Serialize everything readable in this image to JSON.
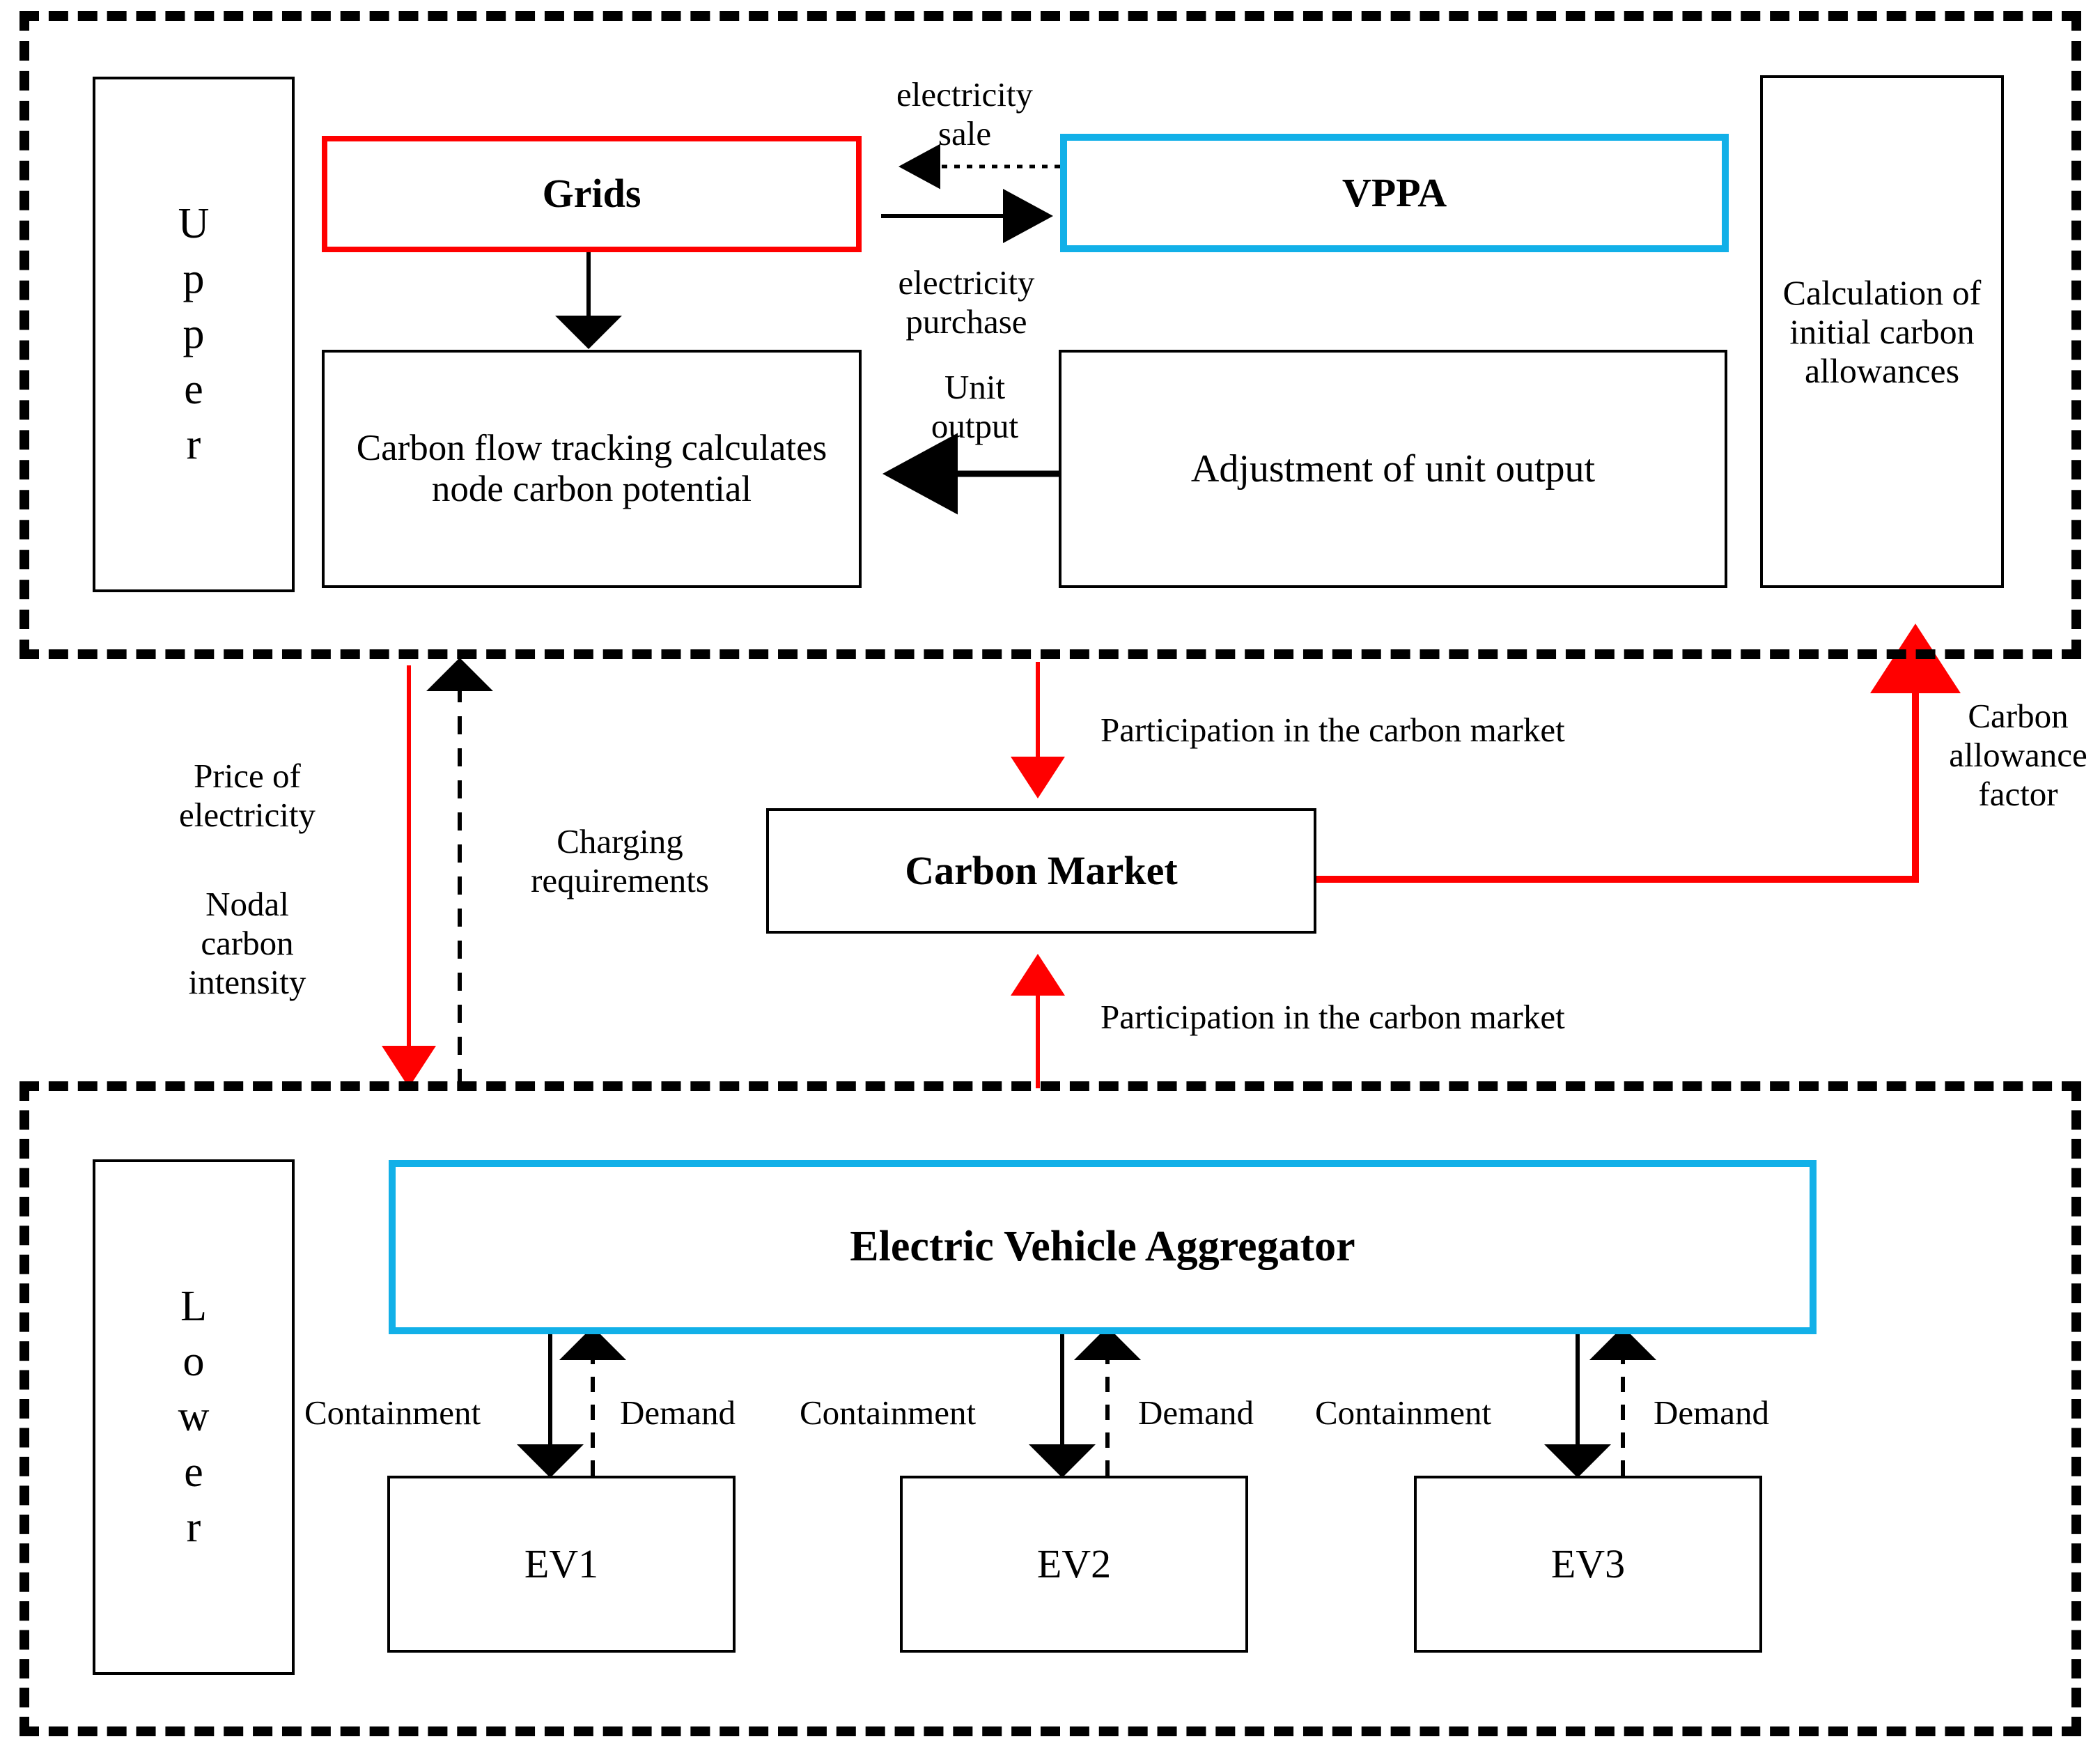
{
  "diagram": {
    "title": "Bi-level framework: upper grid/VPPA level, carbon market, lower EV aggregator level",
    "colors": {
      "grids_border": "#ff0000",
      "vppa_border": "#12b0e8",
      "eva_border": "#12b0e8",
      "carbon_flow_red": "#ff0000",
      "plain_border": "#000000",
      "container_border": "#000000"
    }
  },
  "upper": {
    "side_label": "Upper",
    "grids": {
      "label": "Grids"
    },
    "vppa": {
      "label": "VPPA"
    },
    "carbon_flow": {
      "label": "Carbon flow tracking calculates node carbon potential"
    },
    "adjustment": {
      "label": "Adjustment of unit output"
    },
    "allowances": {
      "label": "Calculation of initial carbon allowances"
    },
    "arrows": {
      "electricity_sale": "electricity\nsale",
      "electricity_purchase": "electricity\npurchase",
      "unit_output": "Unit\noutput"
    }
  },
  "middle": {
    "carbon_market": {
      "label": "Carbon Market"
    },
    "labels": {
      "price_of_electricity": "Price of\nelectricity",
      "nodal_carbon_intensity": "Nodal\ncarbon\nintensity",
      "charging_requirements": "Charging\nrequirements",
      "participation_upper": "Participation in the carbon market",
      "participation_lower": "Participation in the carbon market",
      "carbon_allowance_factor": "Carbon\nallowance\nfactor"
    }
  },
  "lower": {
    "side_label": "Lower",
    "aggregator": {
      "label": "Electric Vehicle Aggregator"
    },
    "evs": [
      {
        "label": "EV1",
        "containment": "Containment",
        "demand": "Demand"
      },
      {
        "label": "EV2",
        "containment": "Containment",
        "demand": "Demand"
      },
      {
        "label": "EV3",
        "containment": "Containment",
        "demand": "Demand"
      }
    ]
  }
}
